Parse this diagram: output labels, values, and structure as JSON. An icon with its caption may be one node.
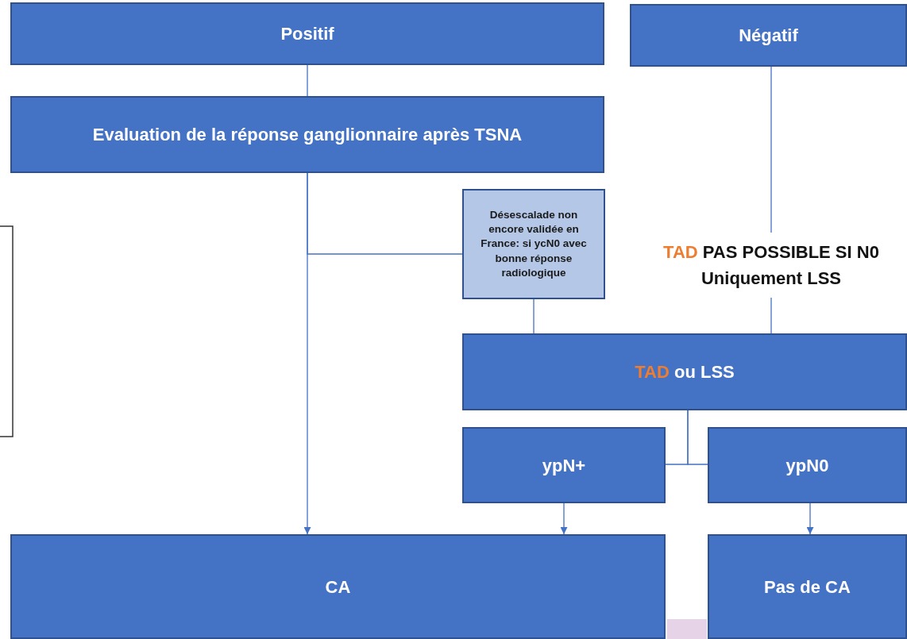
{
  "diagram": {
    "nodes": [
      {
        "text": [
          "Positif"
        ]
      },
      {
        "text": [
          "Négatif"
        ]
      },
      {
        "text": [
          "Evaluation de la réponse ganglionnaire après TSNA"
        ]
      },
      {
        "text": [
          "Désescalade non encore validée en France: si ycN0 avec bonne réponse radiologique"
        ]
      },
      {
        "text": [
          "TAD PAS POSSIBLE SI N0",
          "Uniquement LSS"
        ]
      },
      {
        "text": [
          "TAD ou LSS"
        ]
      },
      {
        "text": [
          "ypN+"
        ]
      },
      {
        "text": [
          "ypN0"
        ]
      },
      {
        "text": [
          "CA"
        ]
      },
      {
        "text": [
          "Pas de CA"
        ]
      }
    ],
    "edges": [
      {
        "from": 0,
        "to": 2,
        "arrow": "none"
      },
      {
        "from": 2,
        "to": 8,
        "arrow": "to"
      },
      {
        "from": 2,
        "to": 3,
        "arrow": "none"
      },
      {
        "from": 3,
        "to": 5,
        "arrow": "none"
      },
      {
        "from": 1,
        "to": 4,
        "arrow": "none"
      },
      {
        "from": 4,
        "to": 5,
        "arrow": "none"
      },
      {
        "from": 5,
        "to": 6,
        "arrow": "none"
      },
      {
        "from": 5,
        "to": 7,
        "arrow": "none"
      },
      {
        "from": 6,
        "to": 8,
        "arrow": "to"
      },
      {
        "from": 7,
        "to": 9,
        "arrow": "to"
      }
    ]
  }
}
